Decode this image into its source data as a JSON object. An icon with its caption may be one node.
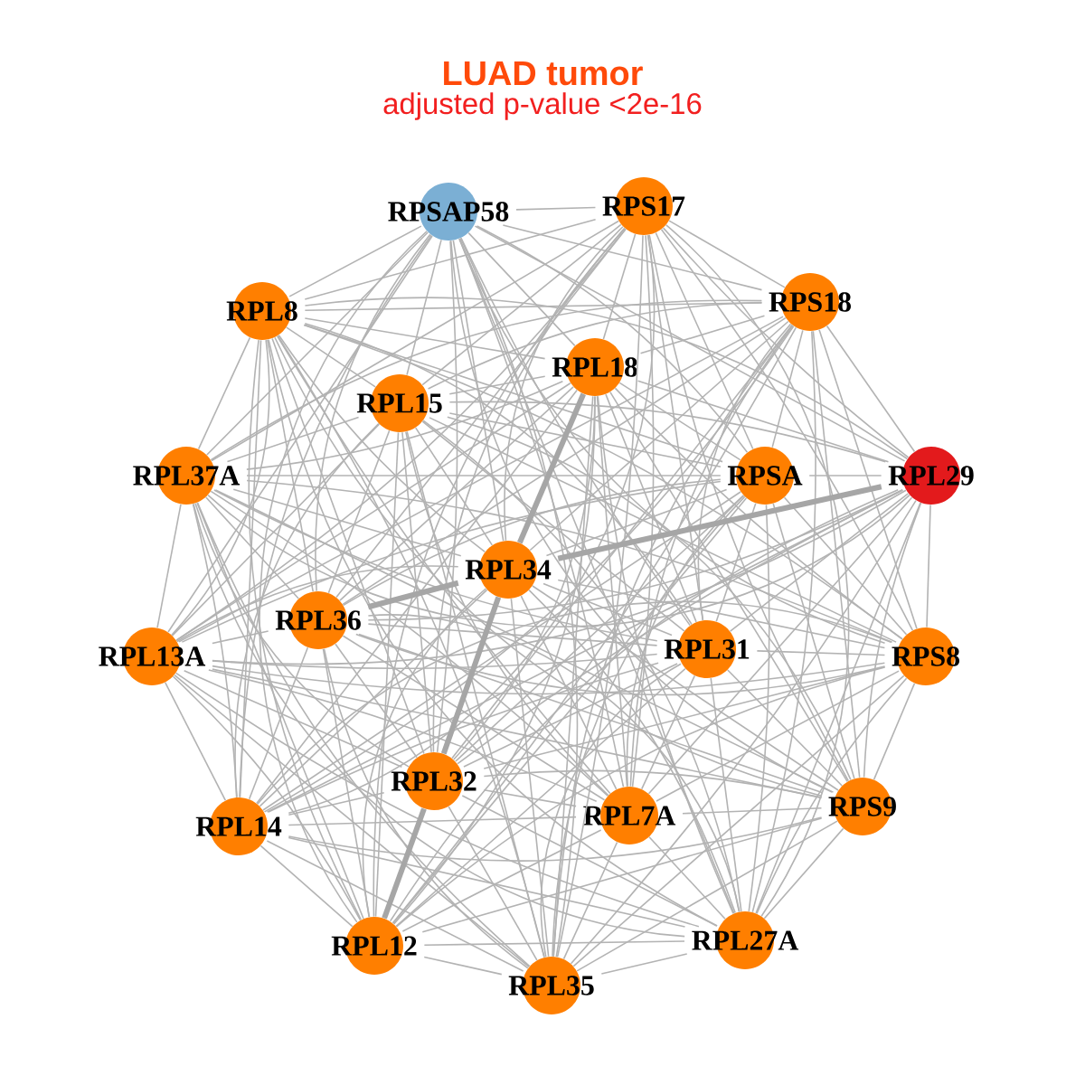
{
  "diagram": {
    "title": "LUAD tumor",
    "nodes": [
      {
        "text": [
          "RPSAP58"
        ]
      },
      {
        "text": [
          "RPS17"
        ]
      },
      {
        "text": [
          "RPL8"
        ]
      },
      {
        "text": [
          "RPS18"
        ]
      },
      {
        "text": [
          "RPL18"
        ]
      },
      {
        "text": [
          "RPL15"
        ]
      },
      {
        "text": [
          "RPL37A"
        ]
      },
      {
        "text": [
          "RPSA"
        ]
      },
      {
        "text": [
          "RPL29"
        ]
      },
      {
        "text": [
          "RPL34"
        ]
      },
      {
        "text": [
          "RPL36"
        ]
      },
      {
        "text": [
          "RPL31"
        ]
      },
      {
        "text": [
          "RPL13A"
        ]
      },
      {
        "text": [
          "RPS8"
        ]
      },
      {
        "text": [
          "RPL32"
        ]
      },
      {
        "text": [
          "RPS9"
        ]
      },
      {
        "text": [
          "RPL7A"
        ]
      },
      {
        "text": [
          "RPL14"
        ]
      },
      {
        "text": [
          "RPL27A"
        ]
      },
      {
        "text": [
          "RPL12"
        ]
      },
      {
        "text": [
          "RPL35"
        ]
      }
    ],
    "edges": [
      {
        "from": 0,
        "to": 1,
        "arrow": "none"
      },
      {
        "from": 0,
        "to": 2,
        "arrow": "none"
      },
      {
        "from": 0,
        "to": 3,
        "arrow": "none"
      },
      {
        "from": 0,
        "to": 4,
        "arrow": "none"
      },
      {
        "from": 0,
        "to": 5,
        "arrow": "none"
      },
      {
        "from": 0,
        "to": 6,
        "arrow": "none"
      },
      {
        "from": 0,
        "to": 7,
        "arrow": "none"
      },
      {
        "from": 0,
        "to": 8,
        "arrow": "none"
      },
      {
        "from": 0,
        "to": 9,
        "arrow": "none"
      },
      {
        "from": 0,
        "to": 10,
        "arrow": "none"
      },
      {
        "from": 0,
        "to": 11,
        "arrow": "none"
      },
      {
        "from": 0,
        "to": 12,
        "arrow": "none"
      },
      {
        "from": 0,
        "to": 13,
        "arrow": "none"
      },
      {
        "from": 0,
        "to": 14,
        "arrow": "none"
      },
      {
        "from": 0,
        "to": 15,
        "arrow": "none"
      },
      {
        "from": 0,
        "to": 16,
        "arrow": "none"
      },
      {
        "from": 0,
        "to": 17,
        "arrow": "none"
      },
      {
        "from": 0,
        "to": 18,
        "arrow": "none"
      },
      {
        "from": 0,
        "to": 19,
        "arrow": "none"
      },
      {
        "from": 0,
        "to": 20,
        "arrow": "none"
      },
      {
        "from": 1,
        "to": 2,
        "arrow": "none"
      },
      {
        "from": 1,
        "to": 3,
        "arrow": "none"
      },
      {
        "from": 1,
        "to": 4,
        "arrow": "none"
      },
      {
        "from": 1,
        "to": 5,
        "arrow": "none"
      },
      {
        "from": 1,
        "to": 6,
        "arrow": "none"
      },
      {
        "from": 1,
        "to": 7,
        "arrow": "none"
      },
      {
        "from": 1,
        "to": 8,
        "arrow": "none"
      },
      {
        "from": 1,
        "to": 9,
        "arrow": "none"
      },
      {
        "from": 1,
        "to": 10,
        "arrow": "none"
      },
      {
        "from": 1,
        "to": 11,
        "arrow": "none"
      },
      {
        "from": 1,
        "to": 12,
        "arrow": "none"
      },
      {
        "from": 1,
        "to": 13,
        "arrow": "none"
      },
      {
        "from": 1,
        "to": 14,
        "arrow": "none"
      },
      {
        "from": 1,
        "to": 15,
        "arrow": "none"
      },
      {
        "from": 1,
        "to": 16,
        "arrow": "none"
      },
      {
        "from": 1,
        "to": 17,
        "arrow": "none"
      },
      {
        "from": 1,
        "to": 18,
        "arrow": "none"
      },
      {
        "from": 1,
        "to": 19,
        "arrow": "none"
      },
      {
        "from": 1,
        "to": 20,
        "arrow": "none"
      },
      {
        "from": 2,
        "to": 3,
        "arrow": "none"
      },
      {
        "from": 2,
        "to": 4,
        "arrow": "none"
      },
      {
        "from": 2,
        "to": 5,
        "arrow": "none"
      },
      {
        "from": 2,
        "to": 6,
        "arrow": "none"
      },
      {
        "from": 2,
        "to": 7,
        "arrow": "none"
      },
      {
        "from": 2,
        "to": 8,
        "arrow": "none"
      },
      {
        "from": 2,
        "to": 9,
        "arrow": "none"
      },
      {
        "from": 2,
        "to": 10,
        "arrow": "none"
      },
      {
        "from": 2,
        "to": 11,
        "arrow": "none"
      },
      {
        "from": 2,
        "to": 12,
        "arrow": "none"
      },
      {
        "from": 2,
        "to": 13,
        "arrow": "none"
      },
      {
        "from": 2,
        "to": 14,
        "arrow": "none"
      },
      {
        "from": 2,
        "to": 15,
        "arrow": "none"
      },
      {
        "from": 2,
        "to": 16,
        "arrow": "none"
      },
      {
        "from": 2,
        "to": 17,
        "arrow": "none"
      },
      {
        "from": 2,
        "to": 18,
        "arrow": "none"
      },
      {
        "from": 2,
        "to": 19,
        "arrow": "none"
      },
      {
        "from": 2,
        "to": 20,
        "arrow": "none"
      },
      {
        "from": 3,
        "to": 4,
        "arrow": "none"
      },
      {
        "from": 3,
        "to": 5,
        "arrow": "none"
      },
      {
        "from": 3,
        "to": 6,
        "arrow": "none"
      },
      {
        "from": 3,
        "to": 7,
        "arrow": "none"
      },
      {
        "from": 3,
        "to": 8,
        "arrow": "none"
      },
      {
        "from": 3,
        "to": 9,
        "arrow": "none"
      },
      {
        "from": 3,
        "to": 10,
        "arrow": "none"
      },
      {
        "from": 3,
        "to": 11,
        "arrow": "none"
      },
      {
        "from": 3,
        "to": 12,
        "arrow": "none"
      },
      {
        "from": 3,
        "to": 13,
        "arrow": "none"
      },
      {
        "from": 3,
        "to": 14,
        "arrow": "none"
      },
      {
        "from": 3,
        "to": 15,
        "arrow": "none"
      },
      {
        "from": 3,
        "to": 16,
        "arrow": "none"
      },
      {
        "from": 3,
        "to": 17,
        "arrow": "none"
      },
      {
        "from": 3,
        "to": 18,
        "arrow": "none"
      },
      {
        "from": 3,
        "to": 19,
        "arrow": "none"
      },
      {
        "from": 3,
        "to": 20,
        "arrow": "none"
      },
      {
        "from": 4,
        "to": 5,
        "arrow": "none"
      },
      {
        "from": 4,
        "to": 6,
        "arrow": "none"
      },
      {
        "from": 4,
        "to": 7,
        "arrow": "none"
      },
      {
        "from": 4,
        "to": 8,
        "arrow": "none"
      },
      {
        "from": 4,
        "to": 9,
        "arrow": "none",
        "style": "thick"
      },
      {
        "from": 4,
        "to": 10,
        "arrow": "none"
      },
      {
        "from": 4,
        "to": 11,
        "arrow": "none"
      },
      {
        "from": 4,
        "to": 12,
        "arrow": "none"
      },
      {
        "from": 4,
        "to": 13,
        "arrow": "none"
      },
      {
        "from": 4,
        "to": 14,
        "arrow": "none"
      },
      {
        "from": 4,
        "to": 15,
        "arrow": "none"
      },
      {
        "from": 4,
        "to": 16,
        "arrow": "none"
      },
      {
        "from": 4,
        "to": 17,
        "arrow": "none"
      },
      {
        "from": 4,
        "to": 18,
        "arrow": "none"
      },
      {
        "from": 4,
        "to": 19,
        "arrow": "none"
      },
      {
        "from": 4,
        "to": 20,
        "arrow": "none"
      },
      {
        "from": 5,
        "to": 6,
        "arrow": "none"
      },
      {
        "from": 5,
        "to": 7,
        "arrow": "none"
      },
      {
        "from": 5,
        "to": 8,
        "arrow": "none"
      },
      {
        "from": 5,
        "to": 9,
        "arrow": "none"
      },
      {
        "from": 5,
        "to": 10,
        "arrow": "none"
      },
      {
        "from": 5,
        "to": 11,
        "arrow": "none"
      },
      {
        "from": 5,
        "to": 12,
        "arrow": "none"
      },
      {
        "from": 5,
        "to": 13,
        "arrow": "none"
      },
      {
        "from": 5,
        "to": 14,
        "arrow": "none"
      },
      {
        "from": 5,
        "to": 15,
        "arrow": "none"
      },
      {
        "from": 5,
        "to": 16,
        "arrow": "none"
      },
      {
        "from": 5,
        "to": 17,
        "arrow": "none"
      },
      {
        "from": 5,
        "to": 18,
        "arrow": "none"
      },
      {
        "from": 5,
        "to": 19,
        "arrow": "none"
      },
      {
        "from": 5,
        "to": 20,
        "arrow": "none"
      },
      {
        "from": 6,
        "to": 7,
        "arrow": "none"
      },
      {
        "from": 6,
        "to": 8,
        "arrow": "none"
      },
      {
        "from": 6,
        "to": 9,
        "arrow": "none"
      },
      {
        "from": 6,
        "to": 10,
        "arrow": "none"
      },
      {
        "from": 6,
        "to": 11,
        "arrow": "none"
      },
      {
        "from": 6,
        "to": 12,
        "arrow": "none"
      },
      {
        "from": 6,
        "to": 13,
        "arrow": "none"
      },
      {
        "from": 6,
        "to": 14,
        "arrow": "none"
      },
      {
        "from": 6,
        "to": 15,
        "arrow": "none"
      },
      {
        "from": 6,
        "to": 16,
        "arrow": "none"
      },
      {
        "from": 6,
        "to": 17,
        "arrow": "none"
      },
      {
        "from": 6,
        "to": 18,
        "arrow": "none"
      },
      {
        "from": 6,
        "to": 19,
        "arrow": "none"
      },
      {
        "from": 6,
        "to": 20,
        "arrow": "none"
      },
      {
        "from": 7,
        "to": 8,
        "arrow": "none"
      },
      {
        "from": 7,
        "to": 9,
        "arrow": "none"
      },
      {
        "from": 7,
        "to": 10,
        "arrow": "none"
      },
      {
        "from": 7,
        "to": 11,
        "arrow": "none"
      },
      {
        "from": 7,
        "to": 12,
        "arrow": "none"
      },
      {
        "from": 7,
        "to": 13,
        "arrow": "none"
      },
      {
        "from": 7,
        "to": 14,
        "arrow": "none"
      },
      {
        "from": 7,
        "to": 15,
        "arrow": "none"
      },
      {
        "from": 7,
        "to": 16,
        "arrow": "none"
      },
      {
        "from": 7,
        "to": 17,
        "arrow": "none"
      },
      {
        "from": 7,
        "to": 18,
        "arrow": "none"
      },
      {
        "from": 7,
        "to": 19,
        "arrow": "none"
      },
      {
        "from": 7,
        "to": 20,
        "arrow": "none"
      },
      {
        "from": 8,
        "to": 9,
        "arrow": "none",
        "style": "thick"
      },
      {
        "from": 8,
        "to": 10,
        "arrow": "none"
      },
      {
        "from": 8,
        "to": 11,
        "arrow": "none"
      },
      {
        "from": 8,
        "to": 12,
        "arrow": "none"
      },
      {
        "from": 8,
        "to": 13,
        "arrow": "none"
      },
      {
        "from": 8,
        "to": 14,
        "arrow": "none"
      },
      {
        "from": 8,
        "to": 15,
        "arrow": "none"
      },
      {
        "from": 8,
        "to": 16,
        "arrow": "none"
      },
      {
        "from": 8,
        "to": 17,
        "arrow": "none"
      },
      {
        "from": 8,
        "to": 18,
        "arrow": "none"
      },
      {
        "from": 8,
        "to": 19,
        "arrow": "none"
      },
      {
        "from": 8,
        "to": 20,
        "arrow": "none"
      },
      {
        "from": 9,
        "to": 10,
        "arrow": "none",
        "style": "thick"
      },
      {
        "from": 9,
        "to": 11,
        "arrow": "none"
      },
      {
        "from": 9,
        "to": 12,
        "arrow": "none"
      },
      {
        "from": 9,
        "to": 13,
        "arrow": "none"
      },
      {
        "from": 9,
        "to": 14,
        "arrow": "none",
        "style": "thick"
      },
      {
        "from": 9,
        "to": 15,
        "arrow": "none"
      },
      {
        "from": 9,
        "to": 16,
        "arrow": "none"
      },
      {
        "from": 9,
        "to": 17,
        "arrow": "none"
      },
      {
        "from": 9,
        "to": 18,
        "arrow": "none"
      },
      {
        "from": 9,
        "to": 19,
        "arrow": "none"
      },
      {
        "from": 9,
        "to": 20,
        "arrow": "none"
      },
      {
        "from": 10,
        "to": 11,
        "arrow": "none"
      },
      {
        "from": 10,
        "to": 12,
        "arrow": "none"
      },
      {
        "from": 10,
        "to": 13,
        "arrow": "none"
      },
      {
        "from": 10,
        "to": 14,
        "arrow": "none"
      },
      {
        "from": 10,
        "to": 15,
        "arrow": "none"
      },
      {
        "from": 10,
        "to": 16,
        "arrow": "none"
      },
      {
        "from": 10,
        "to": 17,
        "arrow": "none"
      },
      {
        "from": 10,
        "to": 18,
        "arrow": "none"
      },
      {
        "from": 10,
        "to": 19,
        "arrow": "none"
      },
      {
        "from": 10,
        "to": 20,
        "arrow": "none"
      },
      {
        "from": 11,
        "to": 12,
        "arrow": "none"
      },
      {
        "from": 11,
        "to": 13,
        "arrow": "none"
      },
      {
        "from": 11,
        "to": 14,
        "arrow": "none"
      },
      {
        "from": 11,
        "to": 15,
        "arrow": "none"
      },
      {
        "from": 11,
        "to": 16,
        "arrow": "none"
      },
      {
        "from": 11,
        "to": 17,
        "arrow": "none"
      },
      {
        "from": 11,
        "to": 18,
        "arrow": "none"
      },
      {
        "from": 11,
        "to": 19,
        "arrow": "none"
      },
      {
        "from": 11,
        "to": 20,
        "arrow": "none"
      },
      {
        "from": 12,
        "to": 13,
        "arrow": "none"
      },
      {
        "from": 12,
        "to": 14,
        "arrow": "none"
      },
      {
        "from": 12,
        "to": 15,
        "arrow": "none"
      },
      {
        "from": 12,
        "to": 16,
        "arrow": "none"
      },
      {
        "from": 12,
        "to": 17,
        "arrow": "none"
      },
      {
        "from": 12,
        "to": 18,
        "arrow": "none"
      },
      {
        "from": 12,
        "to": 19,
        "arrow": "none"
      },
      {
        "from": 12,
        "to": 20,
        "arrow": "none"
      },
      {
        "from": 13,
        "to": 14,
        "arrow": "none"
      },
      {
        "from": 13,
        "to": 15,
        "arrow": "none"
      },
      {
        "from": 13,
        "to": 16,
        "arrow": "none"
      },
      {
        "from": 13,
        "to": 17,
        "arrow": "none"
      },
      {
        "from": 13,
        "to": 18,
        "arrow": "none"
      },
      {
        "from": 13,
        "to": 19,
        "arrow": "none"
      },
      {
        "from": 13,
        "to": 20,
        "arrow": "none"
      },
      {
        "from": 14,
        "to": 15,
        "arrow": "none"
      },
      {
        "from": 14,
        "to": 16,
        "arrow": "none"
      },
      {
        "from": 14,
        "to": 17,
        "arrow": "none"
      },
      {
        "from": 14,
        "to": 18,
        "arrow": "none"
      },
      {
        "from": 14,
        "to": 19,
        "arrow": "none",
        "style": "thick"
      },
      {
        "from": 14,
        "to": 20,
        "arrow": "none"
      },
      {
        "from": 15,
        "to": 16,
        "arrow": "none"
      },
      {
        "from": 15,
        "to": 17,
        "arrow": "none"
      },
      {
        "from": 15,
        "to": 18,
        "arrow": "none"
      },
      {
        "from": 15,
        "to": 19,
        "arrow": "none"
      },
      {
        "from": 15,
        "to": 20,
        "arrow": "none"
      },
      {
        "from": 16,
        "to": 17,
        "arrow": "none"
      },
      {
        "from": 16,
        "to": 18,
        "arrow": "none"
      },
      {
        "from": 16,
        "to": 19,
        "arrow": "none"
      },
      {
        "from": 16,
        "to": 20,
        "arrow": "none"
      },
      {
        "from": 17,
        "to": 18,
        "arrow": "none"
      },
      {
        "from": 17,
        "to": 19,
        "arrow": "none"
      },
      {
        "from": 17,
        "to": 20,
        "arrow": "none"
      },
      {
        "from": 18,
        "to": 19,
        "arrow": "none"
      },
      {
        "from": 18,
        "to": 20,
        "arrow": "none"
      },
      {
        "from": 19,
        "to": 20,
        "arrow": "none"
      }
    ],
    "labels": [
      "adjusted p-value <2e-16"
    ]
  }
}
